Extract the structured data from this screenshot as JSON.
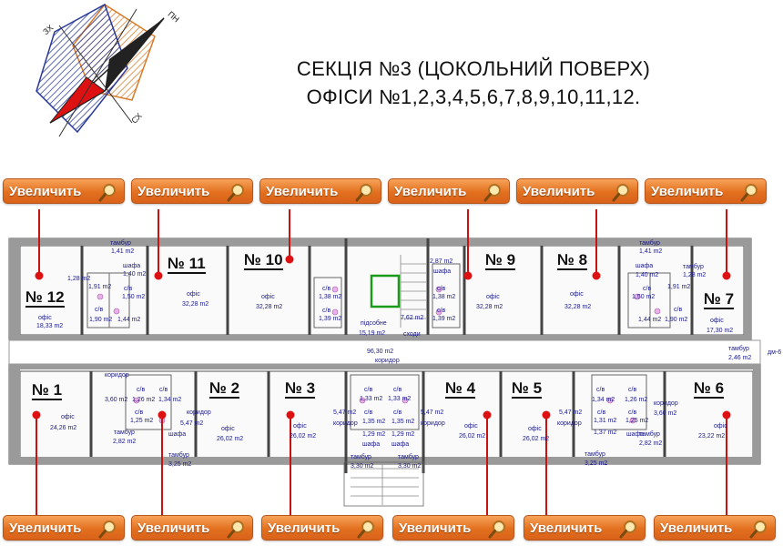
{
  "title": {
    "line1": "СЕКЦІЯ №3  (ЦОКОЛЬНИЙ ПОВЕРХ)",
    "line2": "ОФІСИ №1,2,3,4,5,6,7,8,9,10,11,12."
  },
  "compass": {
    "zx": "ЗХ",
    "pn": "ПН",
    "sx": "СХ"
  },
  "buttons": {
    "label": "Увеличить",
    "icon": "magnifier-icon"
  },
  "rooms": {
    "r12": "№ 12",
    "r11": "№ 11",
    "r10": "№ 10",
    "r9": "№ 9",
    "r8": "№ 8",
    "r7": "№ 7",
    "r1": "№ 1",
    "r2": "№ 2",
    "r3": "№ 3",
    "r4": "№ 4",
    "r5": "№ 5",
    "r6": "№ 6"
  },
  "labels": [
    "тамбур",
    "1,41 m2",
    "шафа",
    "1,40 m2",
    "1,28 m2",
    "1,91 m2",
    "с/в",
    "1,50 m2",
    "с/в",
    "1,90 m2",
    "1,44 m2",
    "офіс",
    "18,33 m2",
    "офіс",
    "32,28 m2",
    "офіс",
    "32,28 m2",
    "с/в",
    "1,38 m2",
    "с/в",
    "1,39 m2",
    "підсобне",
    "15,19 m2",
    "7,62 m2",
    "сходи",
    "96,30 m2",
    "коридор",
    "2,87 m2",
    "шафа",
    "с/в",
    "1,38 m2",
    "с/в",
    "1,39 m2",
    "офіс",
    "32,28 m2",
    "офіс",
    "32,28 m2",
    "тамбур",
    "1,41 m2",
    "шафа",
    "1,40 m2",
    "тамбур",
    "1,28 m2",
    "1,91 m2",
    "с/в",
    "1,50 m2",
    "с/в",
    "1,44 m2",
    "1,90 m2",
    "офіс",
    "17,30 m2",
    "тамбур",
    "2,46 m2",
    "дм-6",
    "коридор",
    "3,60 m2",
    "с/в",
    "1,26 m2",
    "с/в",
    "1,34 m2",
    "с/в",
    "1,25 m2",
    "коридор",
    "5,47 m2",
    "офіс",
    "24,26 m2",
    "тамбур",
    "2,82 m2",
    "шафа",
    "тамбур",
    "3,25 m2",
    "офіс",
    "26,02 m2",
    "офіс",
    "26,02 m2",
    "с/в",
    "1,33 m2",
    "с/в",
    "1,33 m2",
    "5,47 m2",
    "коридор",
    "с/в",
    "1,35 m2",
    "с/в",
    "1,35 m2",
    "1,29 m2",
    "1,29 m2",
    "шафа",
    "шафа",
    "5,47 m2",
    "коридор",
    "тамбур",
    "3,30 m2",
    "тамбур",
    "3,30 m2",
    "офіс",
    "26,02 m2",
    "офіс",
    "26,02 m2",
    "5,47 m2",
    "коридор",
    "с/в",
    "1,34 m2",
    "с/в",
    "1,26 m2",
    "с/в",
    "1,31 m2",
    "с/в",
    "1,25 m2",
    "1,37 m2",
    "коридор",
    "3,60 m2",
    "шафа",
    "тамбур",
    "2,82 m2",
    "тамбур",
    "3,25 m2",
    "офіс",
    "23,22 m2"
  ]
}
